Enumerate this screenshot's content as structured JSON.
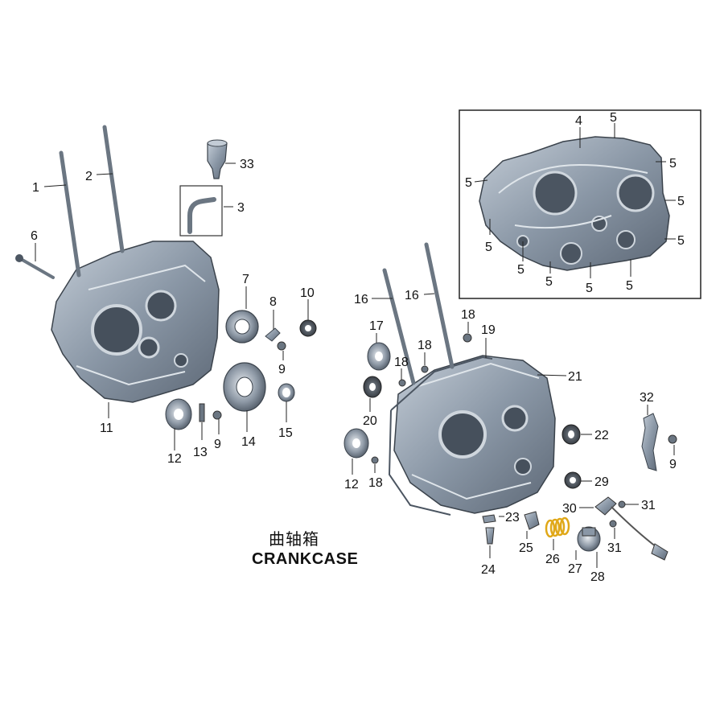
{
  "title": {
    "chinese": "曲轴箱",
    "english": "CRANKCASE"
  },
  "colors": {
    "part_fill": "#8a97a6",
    "part_dark": "#5d6876",
    "part_light": "#c3ccd6",
    "spring": "#e0a818",
    "line": "#222222"
  },
  "callouts": {
    "c1": "1",
    "c2": "2",
    "c3": "3",
    "c4": "4",
    "c5": "5",
    "c6": "6",
    "c7": "7",
    "c8": "8",
    "c9": "9",
    "c10": "10",
    "c11": "11",
    "c12": "12",
    "c13": "13",
    "c14": "14",
    "c15": "15",
    "c16": "16",
    "c17": "17",
    "c18": "18",
    "c19": "19",
    "c20": "20",
    "c21": "21",
    "c22": "22",
    "c23": "23",
    "c24": "24",
    "c25": "25",
    "c26": "26",
    "c27": "27",
    "c28": "28",
    "c29": "29",
    "c30": "30",
    "c31": "31",
    "c32": "32",
    "c33": "33"
  }
}
